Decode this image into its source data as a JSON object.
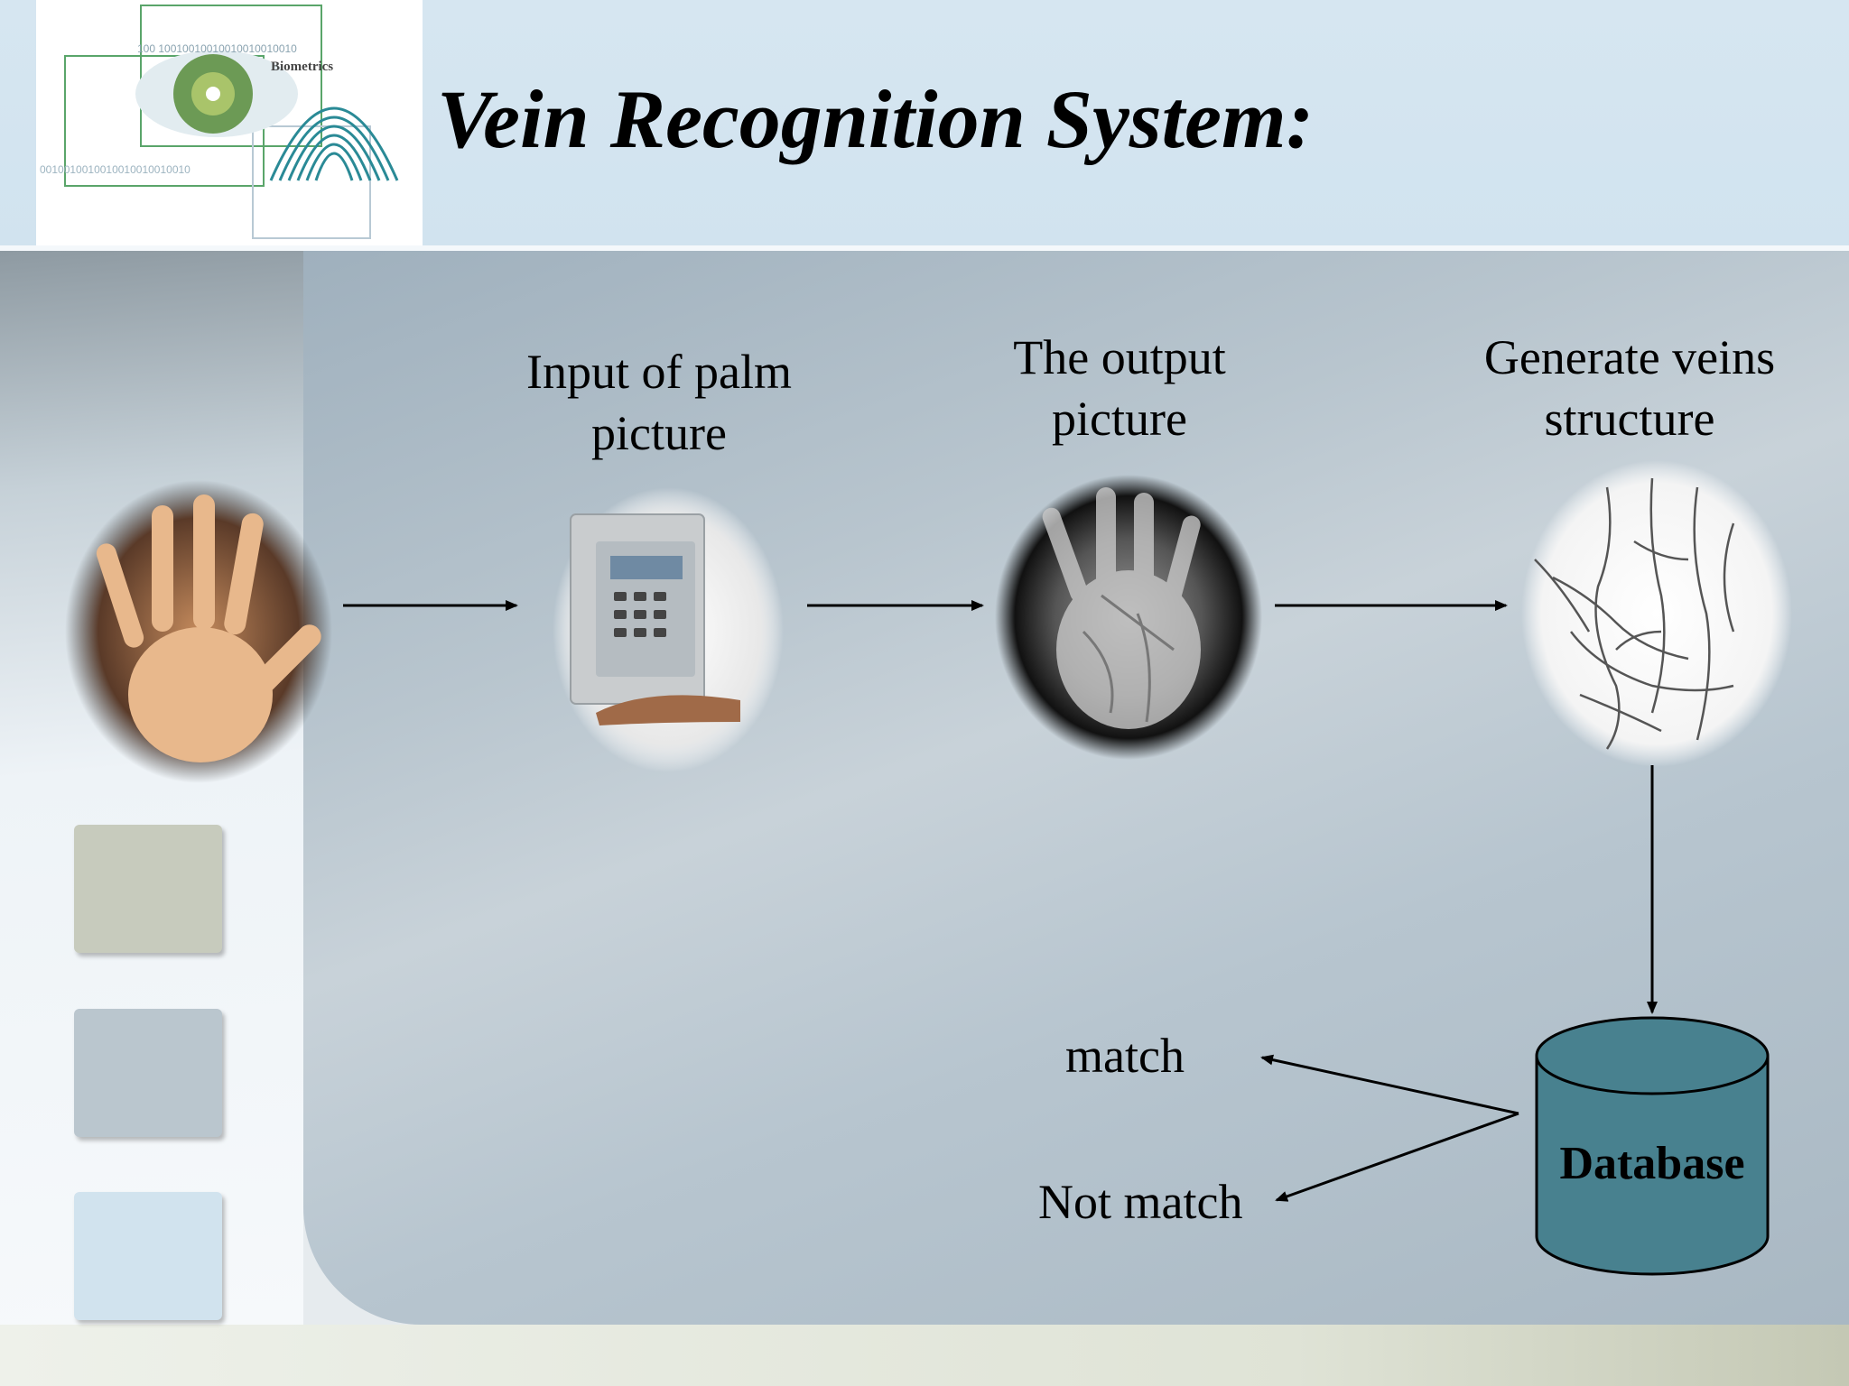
{
  "slide": {
    "title": "Vein Recognition System:",
    "logo_text": "Biometrics",
    "logo_binary_top": "100 10010010010010010010010",
    "logo_binary_bottom": "0010010010010010010010010"
  },
  "flow": {
    "step_input": "Input of palm picture",
    "step_output": "The output picture",
    "step_generate": "Generate veins structure",
    "database": "Database",
    "result_match": "match",
    "result_not_match": "Not match"
  },
  "colors": {
    "database_fill": "#48818f",
    "arrow": "#000000"
  },
  "icons": {
    "hand": "hand-palm-image",
    "scanner": "palm-scanner-device-image",
    "vein_output": "palm-infrared-image",
    "vein_structure": "vein-pattern-image",
    "database": "database-cylinder-icon"
  }
}
